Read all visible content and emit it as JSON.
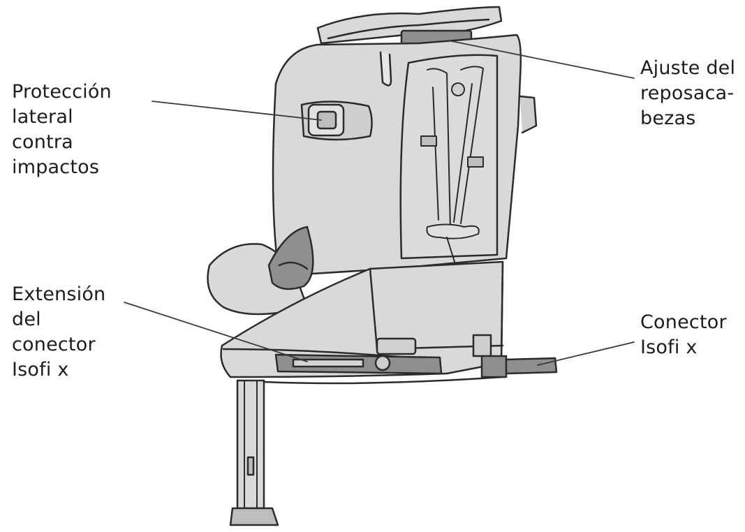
{
  "callouts": {
    "side_impact": {
      "lines": [
        "Protección",
        "lateral",
        "contra",
        "impactos"
      ]
    },
    "headrest": {
      "lines": [
        "Ajuste del",
        "reposaca-",
        "bezas"
      ]
    },
    "isofix_extension": {
      "lines": [
        "Extensión",
        "del",
        "conector",
        "Isofi x"
      ]
    },
    "isofix": {
      "lines": [
        "Conector",
        "Isofi x"
      ]
    }
  },
  "colors": {
    "seat_fill": "#d9d9d9",
    "seat_dark": "#8f8f8f",
    "outline": "#2b2b2b",
    "text": "#1d1d1d"
  }
}
